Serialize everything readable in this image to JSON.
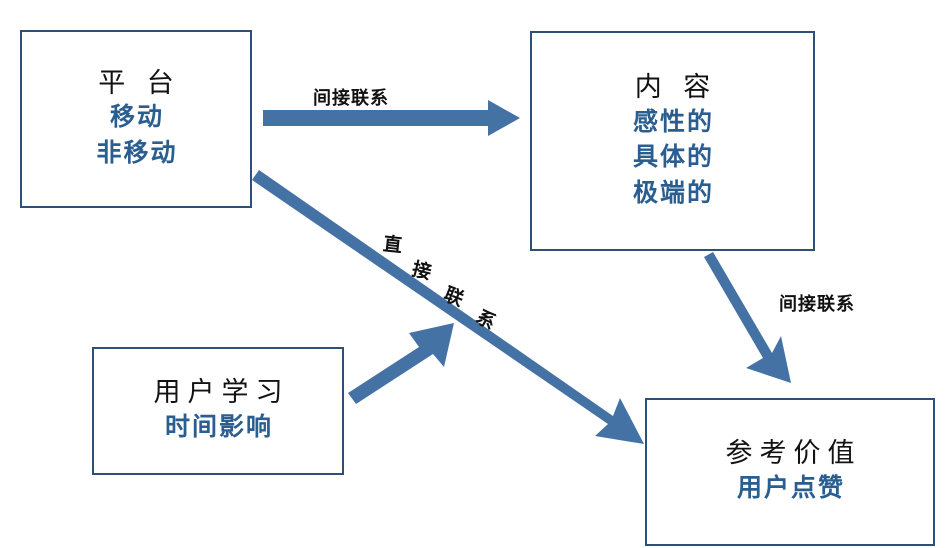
{
  "diagram": {
    "title_color": "#121212",
    "accent_color": "#2B5E90",
    "arrow_color": "#4472A4",
    "border_color": "#2E4F78",
    "nodes": [
      {
        "id": "platform",
        "title": "平 台",
        "subs": [
          "移动",
          "非移动"
        ]
      },
      {
        "id": "content",
        "title": "内 容",
        "subs": [
          "感性的",
          "具体的",
          "极端的"
        ]
      },
      {
        "id": "user-learning",
        "title": "用户学习",
        "subs": [
          "时间影响"
        ]
      },
      {
        "id": "reference-value",
        "title": "参考价值",
        "subs": [
          "用户点赞"
        ]
      }
    ],
    "edges": [
      {
        "id": "platform-to-content",
        "label": "间接联系"
      },
      {
        "id": "content-to-reference",
        "label": "间接联系"
      },
      {
        "id": "platform-to-reference",
        "label": "直接联系",
        "chars": [
          "直",
          "接",
          "联",
          "系"
        ]
      },
      {
        "id": "user-learning-to-cross",
        "label": ""
      }
    ]
  }
}
